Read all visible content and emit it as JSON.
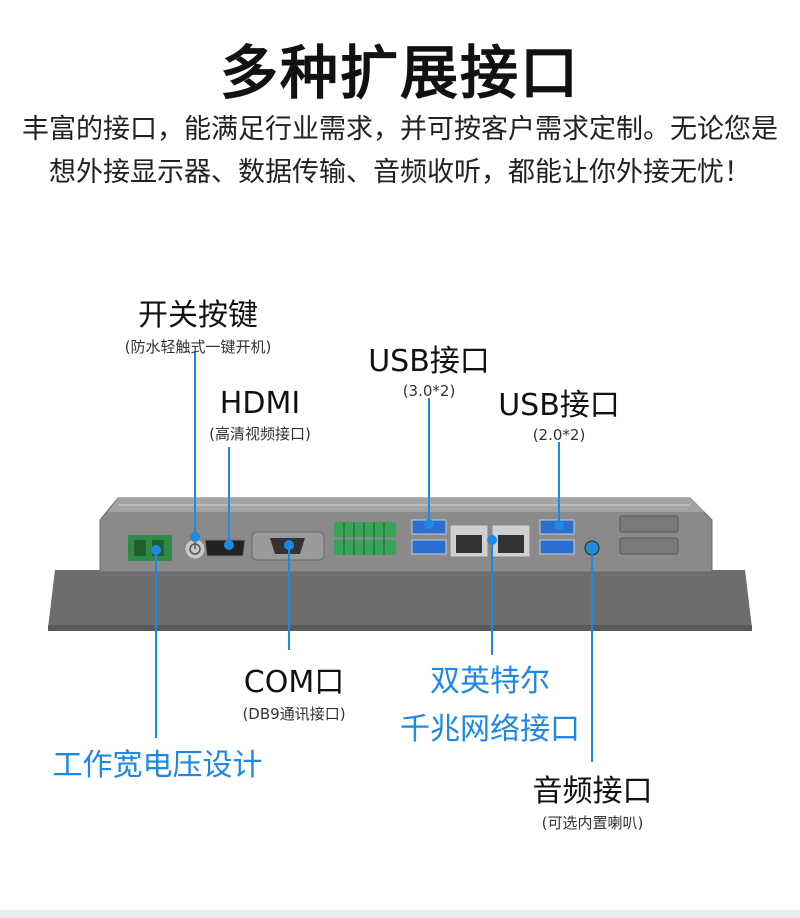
{
  "title": "多种扩展接口",
  "description": "丰富的接口，能满足行业需求，并可按客户需求定制。无论您是想外接显示器、数据传输、音频收听，都能让你外接无忧！",
  "labels": {
    "power_button": {
      "main": "开关按键",
      "sub": "(防水轻触式一键开机)"
    },
    "hdmi": {
      "main": "HDMI",
      "sub": "(高清视频接口)"
    },
    "usb3": {
      "main": "USB接口",
      "sub": "(3.0*2)"
    },
    "usb2": {
      "main": "USB接口",
      "sub": "(2.0*2)"
    },
    "com": {
      "main": "COM口",
      "sub": "(DB9通讯接口)"
    },
    "lan": {
      "line1": "双英特尔",
      "line2": "千兆网络接口"
    },
    "power_supply": {
      "main": "工作宽电压设计"
    },
    "audio": {
      "main": "音频接口",
      "sub": "(可选内置喇叭)"
    }
  },
  "colors": {
    "accent": "#1e88e5",
    "chassis": "#6f6f6f",
    "terminal": "#3aa35a"
  }
}
